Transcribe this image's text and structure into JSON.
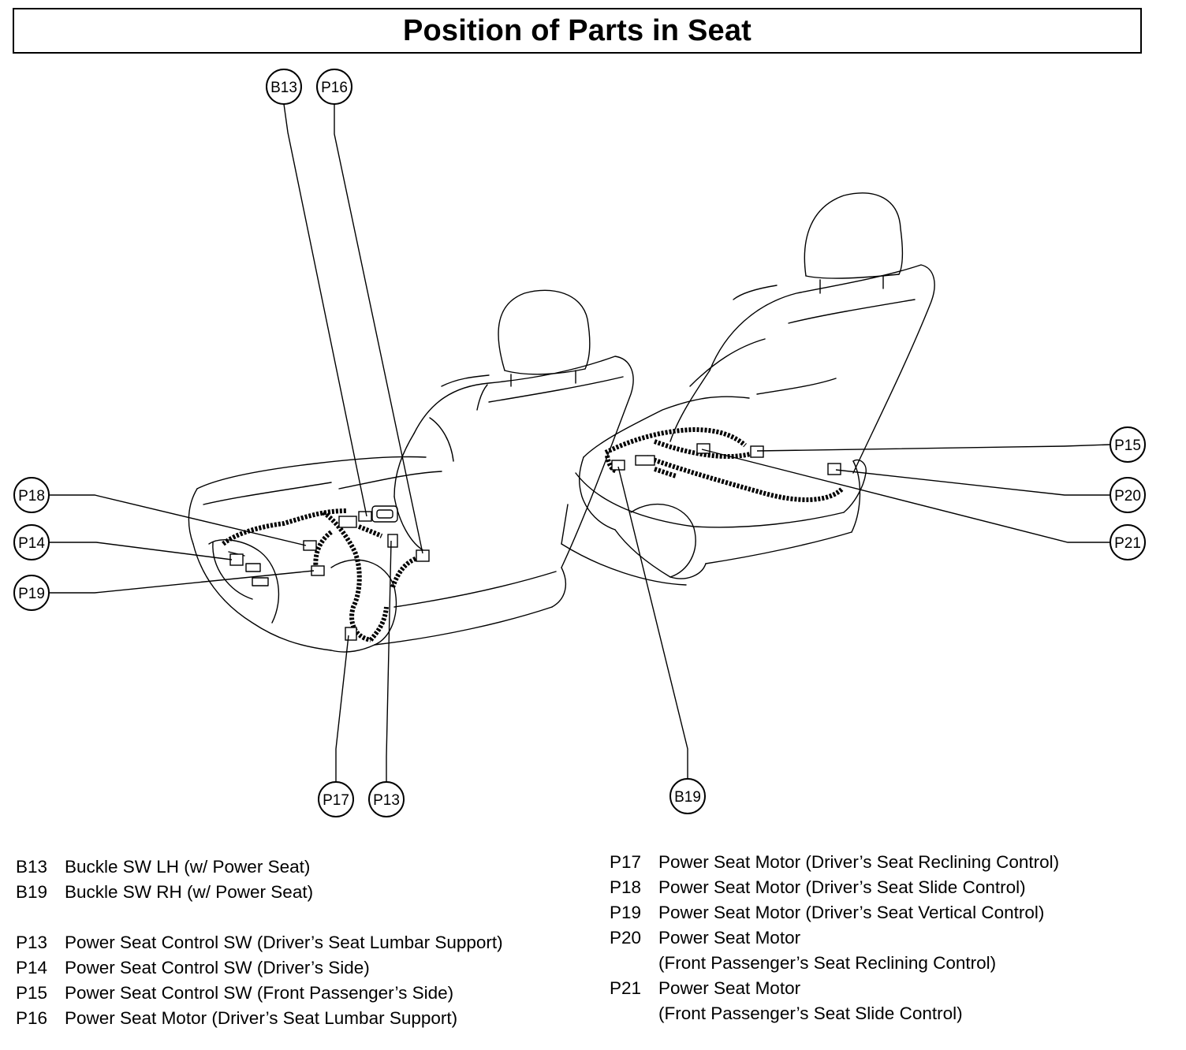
{
  "title": "Position of Parts in Seat",
  "callouts": {
    "B13": "B13",
    "P16": "P16",
    "P18": "P18",
    "P14": "P14",
    "P19": "P19",
    "P17": "P17",
    "P13": "P13",
    "B19": "B19",
    "P15": "P15",
    "P20": "P20",
    "P21": "P21"
  },
  "legend_left": [
    {
      "code": "B13",
      "desc": "Buckle SW LH (w/ Power Seat)"
    },
    {
      "code": "B19",
      "desc": "Buckle SW RH (w/ Power Seat)"
    },
    {
      "code": "P13",
      "desc": "Power Seat Control SW (Driver’s Seat Lumbar Support)"
    },
    {
      "code": "P14",
      "desc": "Power Seat Control SW (Driver’s Side)"
    },
    {
      "code": "P15",
      "desc": "Power Seat Control SW (Front Passenger’s Side)"
    },
    {
      "code": "P16",
      "desc": "Power Seat Motor (Driver’s Seat Lumbar Support)"
    }
  ],
  "legend_right": [
    {
      "code": "P17",
      "desc": "Power Seat Motor (Driver’s Seat Reclining Control)"
    },
    {
      "code": "P18",
      "desc": "Power Seat Motor (Driver’s Seat Slide Control)"
    },
    {
      "code": "P19",
      "desc": "Power Seat Motor (Driver’s Seat Vertical Control)"
    },
    {
      "code": "P20",
      "desc": "Power Seat Motor",
      "desc2": "(Front Passenger’s Seat Reclining Control)"
    },
    {
      "code": "P21",
      "desc": "Power Seat Motor",
      "desc2": "(Front Passenger’s Seat Slide Control)"
    }
  ]
}
